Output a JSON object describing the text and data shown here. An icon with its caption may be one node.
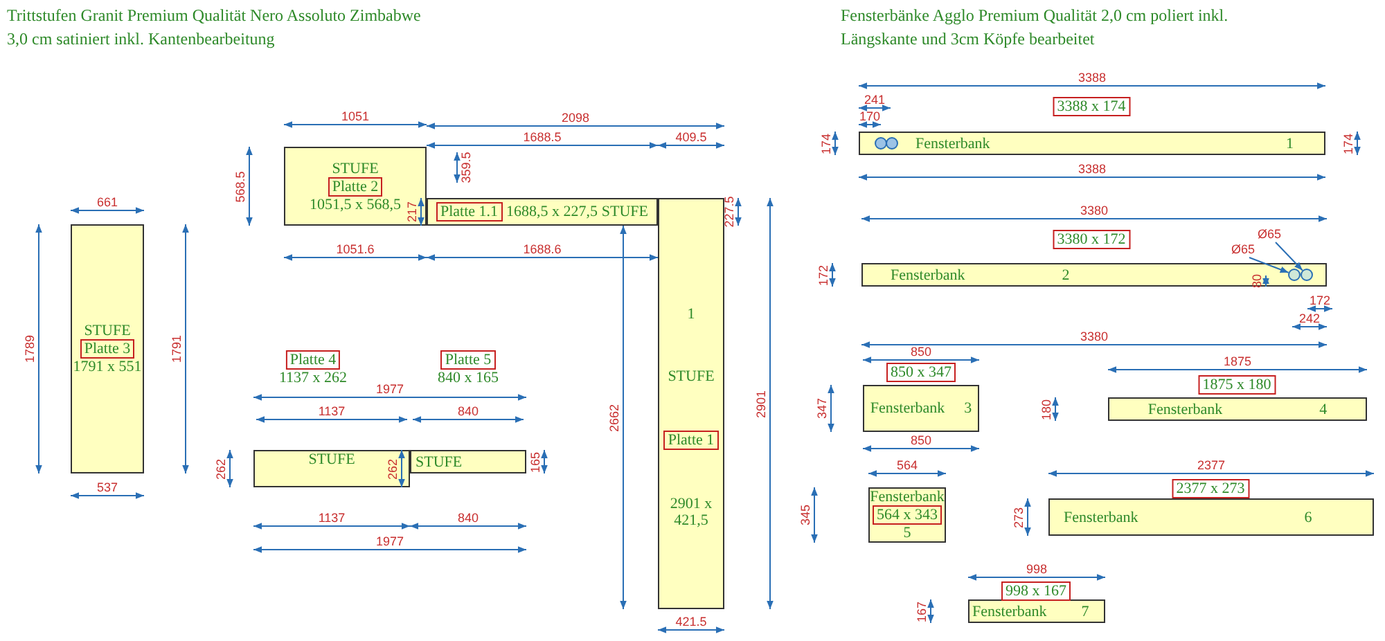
{
  "diagram": {
    "nodes": [
      {
        "text": [
          "STUFE",
          "Platte 2",
          "1051,5 x 568,5"
        ]
      },
      {
        "text": [
          "Platte 1.1",
          "1688,5 x 227,5",
          "STUFE"
        ]
      },
      {
        "text": [
          "1",
          "STUFE",
          "Platte 1",
          "2901 x 421,5"
        ]
      },
      {
        "text": [
          "STUFE",
          "Platte 3",
          "1791 x 551"
        ]
      },
      {
        "text": [
          "STUFE"
        ],
        "beside": [
          "Platte 4",
          "1137 x 262"
        ]
      },
      {
        "text": [
          "STUFE"
        ],
        "beside": [
          "Platte 5",
          "840 x 165"
        ]
      },
      {
        "text": [
          "Fensterbank",
          "1"
        ],
        "beside": [
          "3388 x 174"
        ]
      },
      {
        "text": [
          "Fensterbank",
          "2"
        ],
        "beside": [
          "3380 x 172"
        ]
      },
      {
        "text": [
          "Fensterbank",
          "3"
        ],
        "beside": [
          "850 x 347"
        ]
      },
      {
        "text": [
          "Fensterbank",
          "4"
        ],
        "beside": [
          "1875 x 180"
        ]
      },
      {
        "text": [
          "Fensterbank",
          "564 x 343",
          "5"
        ]
      },
      {
        "text": [
          "Fensterbank",
          "6"
        ],
        "beside": [
          "2377 x 273"
        ]
      },
      {
        "text": [
          "Fensterbank",
          "7"
        ],
        "beside": [
          "998 x 167"
        ]
      },
      {
        "text": [
          "Ø65"
        ]
      },
      {
        "text": [
          "Ø65"
        ]
      },
      {
        "text": [],
        "shape": "circle",
        "in": 7
      },
      {
        "text": [],
        "shape": "circle",
        "in": 7
      }
    ],
    "edges": [
      {
        "from": 13,
        "to": 16,
        "arrow": "to"
      },
      {
        "from": 14,
        "to": 15,
        "arrow": "to"
      }
    ],
    "labels": [
      "Trittstufen Granit Premium Qualität Nero Assoluto Zimbabwe 3,0 cm satiniert inkl. Kantenbearbeitung",
      "Fensterbänke Agglo Premium Qualität 2,0 cm poliert inkl. Längskante und 3cm Köpfe bearbeitet",
      "1051",
      "568.5",
      "2098",
      "1688.5",
      "409.5",
      "359.5",
      "217",
      "227.5",
      "1051.6",
      "1688.6",
      "661",
      "1789",
      "1791",
      "537",
      "1977",
      "1137",
      "840",
      "262",
      "262",
      "165",
      "1137",
      "840",
      "1977",
      "2662",
      "2901",
      "421.5",
      "3388",
      "241",
      "170",
      "174",
      "174",
      "3388",
      "3380",
      "172",
      "80",
      "172",
      "242",
      "3380",
      "850",
      "347",
      "850",
      "1875",
      "180",
      "564",
      "345",
      "2377",
      "273",
      "998",
      "167"
    ]
  }
}
